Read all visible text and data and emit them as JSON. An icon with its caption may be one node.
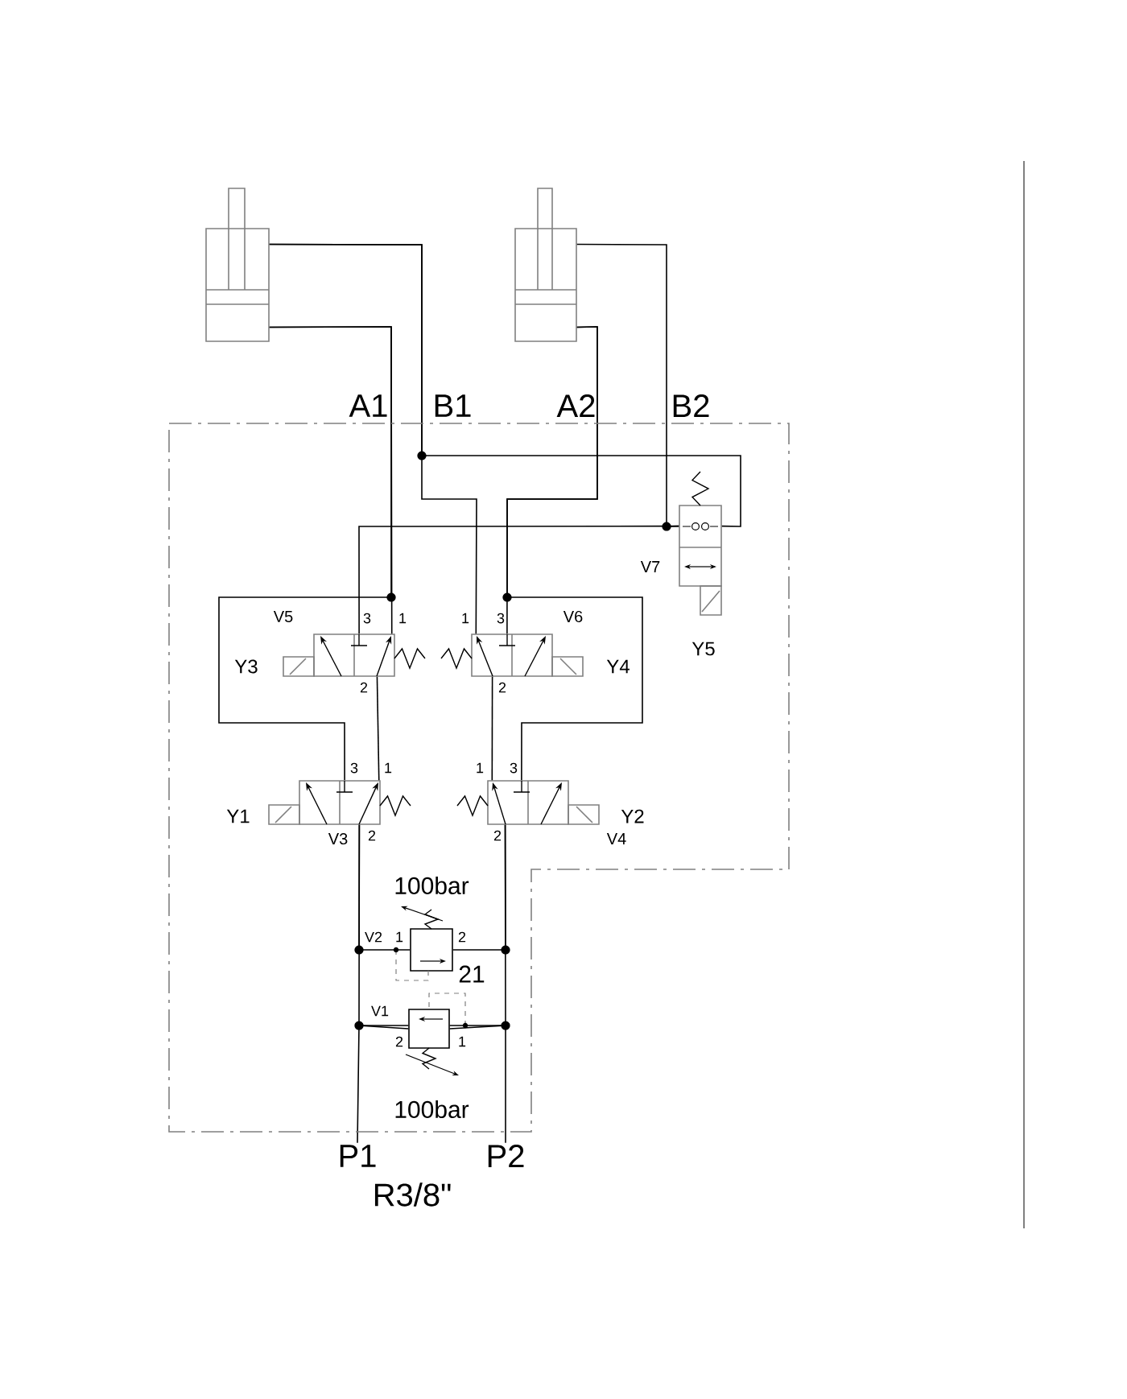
{
  "diagram": {
    "nodes": [
      {
        "text": [],
        "shape": "cylinder"
      },
      {
        "text": [],
        "shape": "cylinder"
      },
      {
        "text": [
          "V5"
        ],
        "beside": [
          "Y3",
          "3",
          "1",
          "2"
        ]
      },
      {
        "text": [
          "V6"
        ],
        "beside": [
          "Y4",
          "1",
          "3",
          "2"
        ]
      },
      {
        "text": [
          "V7"
        ],
        "beside": [
          "Y5"
        ]
      },
      {
        "text": [
          "V3"
        ],
        "beside": [
          "Y1",
          "3",
          "1",
          "2"
        ]
      },
      {
        "text": [
          "V4"
        ],
        "beside": [
          "Y2",
          "1",
          "3",
          "2"
        ]
      },
      {
        "text": [
          "V2",
          "1",
          "2"
        ],
        "beside": [
          "100bar",
          "21"
        ]
      },
      {
        "text": [
          "V1",
          "2",
          "1"
        ],
        "beside": [
          "100bar"
        ]
      },
      {
        "text": [
          "P1"
        ]
      },
      {
        "text": [
          "P2"
        ]
      }
    ],
    "edges": [
      {
        "from": 0,
        "to": 2,
        "arrow": "none"
      },
      {
        "from": 0,
        "to": 5,
        "arrow": "none"
      },
      {
        "from": 0,
        "to": 3,
        "arrow": "none"
      },
      {
        "from": 0,
        "to": 4,
        "arrow": "none"
      },
      {
        "from": 1,
        "to": 3,
        "arrow": "none"
      },
      {
        "from": 1,
        "to": 6,
        "arrow": "none"
      },
      {
        "from": 1,
        "to": 4,
        "arrow": "none"
      },
      {
        "from": 2,
        "to": 4,
        "arrow": "none"
      },
      {
        "from": 2,
        "to": 5,
        "arrow": "none"
      },
      {
        "from": 3,
        "to": 6,
        "arrow": "none"
      },
      {
        "from": 5,
        "to": 7,
        "arrow": "none"
      },
      {
        "from": 5,
        "to": 8,
        "arrow": "none"
      },
      {
        "from": 6,
        "to": 7,
        "arrow": "none"
      },
      {
        "from": 6,
        "to": 8,
        "arrow": "none"
      },
      {
        "from": 8,
        "to": 9,
        "arrow": "none"
      },
      {
        "from": 8,
        "to": 10,
        "arrow": "none"
      }
    ],
    "labels": [
      "A1",
      "B1",
      "A2",
      "B2",
      "R3/8\""
    ]
  }
}
